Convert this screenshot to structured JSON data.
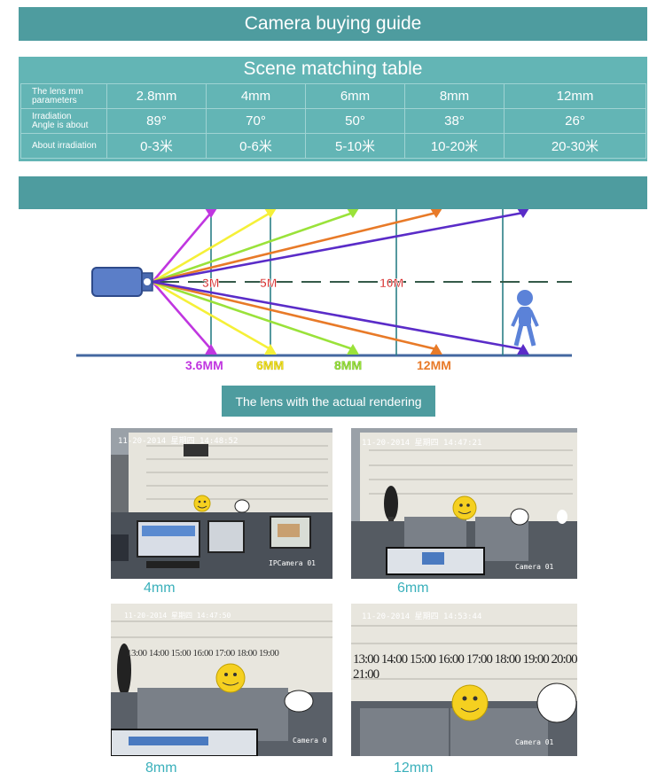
{
  "title": "Camera buying guide",
  "table": {
    "heading": "Scene matching table",
    "rows": [
      {
        "label": [
          "The lens mm",
          "parameters"
        ],
        "cells": [
          "2.8mm",
          "4mm",
          "6mm",
          "8mm",
          "12mm"
        ]
      },
      {
        "label": [
          "Irradiation",
          "Angle is about"
        ],
        "cells": [
          "89°",
          "70°",
          "50°",
          "38°",
          "26°"
        ]
      },
      {
        "label": [
          "About irradiation"
        ],
        "cells": [
          "0-3米",
          "0-6米",
          "5-10米",
          "10-20米",
          "20-30米"
        ]
      }
    ]
  },
  "diagram": {
    "distance_labels": [
      "3M",
      "5M",
      "10M"
    ],
    "lens_labels": [
      "3.6MM",
      "6MM",
      "8MM",
      "12MM"
    ],
    "lens_colors": [
      "#c036e0",
      "#f5f038",
      "#9ae23a",
      "#e87a28",
      "#5a2cc8"
    ],
    "distance_color": "#d83030"
  },
  "rendering_title": "The lens with the actual rendering",
  "photos": [
    {
      "label": "4mm",
      "timestamp": "11-20-2014 星期四 14:48:52",
      "camera": "IPCamera 01"
    },
    {
      "label": "6mm",
      "timestamp": "11-20-2014 星期四 14:47:21",
      "camera": "Camera 01"
    },
    {
      "label": "8mm",
      "timestamp": "11-20-2014 星期四 14:47:50",
      "camera": "Camera 0"
    },
    {
      "label": "12mm",
      "timestamp": "11-20-2014 星期四 14:53:44",
      "camera": "Camera 01"
    }
  ],
  "calendar_numbers": [
    "13:00",
    "14:00",
    "15:00",
    "16:00",
    "17:00",
    "18:00",
    "19:00",
    "20:00",
    "21:00"
  ],
  "colors": {
    "banner": "#4e9c9f",
    "table": "#63b5b5",
    "photo_label": "#3ab0bb"
  }
}
